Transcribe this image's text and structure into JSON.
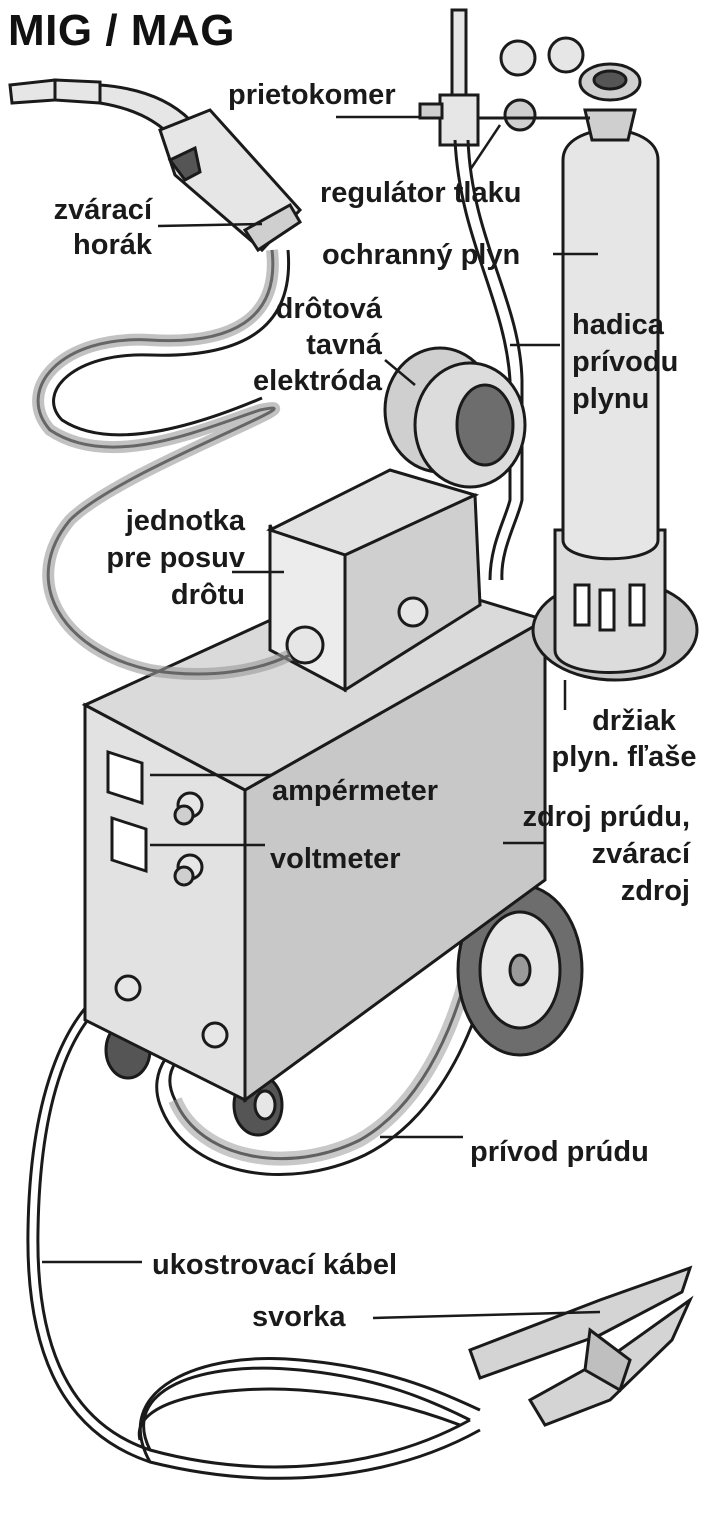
{
  "title": "MIG / MAG",
  "labels": {
    "prietokomer": "prietokomer",
    "regulator": "regulátor tlaku",
    "ochranny": "ochranný plyn",
    "zvaraci_horak": [
      "zvárací",
      "horák"
    ],
    "drotova": [
      "drôtová",
      "tavná",
      "elektróda"
    ],
    "hadica": [
      "hadica",
      "prívodu",
      "plynu"
    ],
    "jednotka": [
      "jednotka",
      "pre posuv",
      "drôtu"
    ],
    "drziak": [
      "držiak",
      "plyn. fľaše"
    ],
    "amper": "ampérmeter",
    "volt": "voltmeter",
    "zdroj": [
      "zdroj prúdu,",
      "zvárací",
      "zdroj"
    ],
    "privod": "prívod prúdu",
    "ukostrovaci": "ukostrovací kábel",
    "svorka": "svorka"
  },
  "colors": {
    "line": "#1a1a1a",
    "metal_light": "#e6e6e6",
    "metal_mid": "#cfcfcf",
    "body_front": "#e2e2e2",
    "body_side": "#c8c8c8",
    "hose": "#9a9a9a",
    "dark": "#555555"
  }
}
